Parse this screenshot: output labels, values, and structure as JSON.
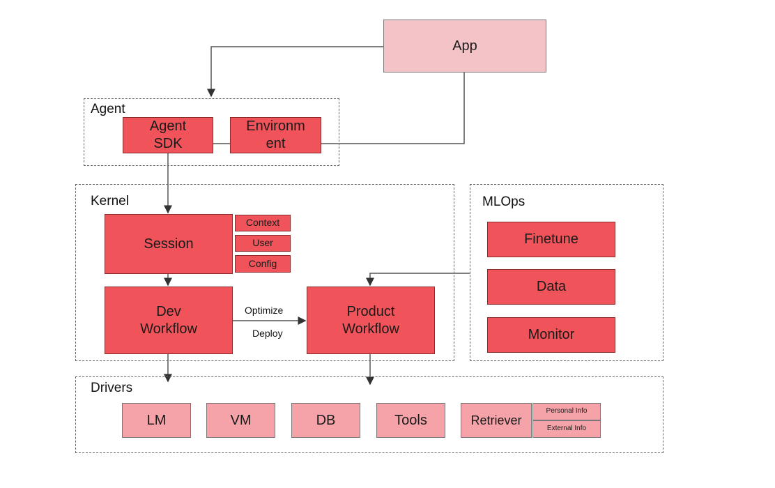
{
  "app": {
    "label": "App"
  },
  "agent": {
    "group_label": "Agent",
    "sdk_label_1": "Agent",
    "sdk_label_2": "SDK",
    "env_label_1": "Environm",
    "env_label_2": "ent"
  },
  "kernel": {
    "group_label": "Kernel",
    "session_label": "Session",
    "context_label": "Context",
    "user_label": "User",
    "config_label": "Config",
    "dev_label_1": "Dev",
    "dev_label_2": "Workflow",
    "product_label_1": "Product",
    "product_label_2": "Workflow",
    "optimize_label": "Optimize",
    "deploy_label": "Deploy"
  },
  "mlops": {
    "group_label": "MLOps",
    "finetune_label": "Finetune",
    "data_label": "Data",
    "monitor_label": "Monitor"
  },
  "drivers": {
    "group_label": "Drivers",
    "lm_label": "LM",
    "vm_label": "VM",
    "db_label": "DB",
    "tools_label": "Tools",
    "retriever_label": "Retriever",
    "personal_label": "Personal Info",
    "external_label": "External Info"
  }
}
